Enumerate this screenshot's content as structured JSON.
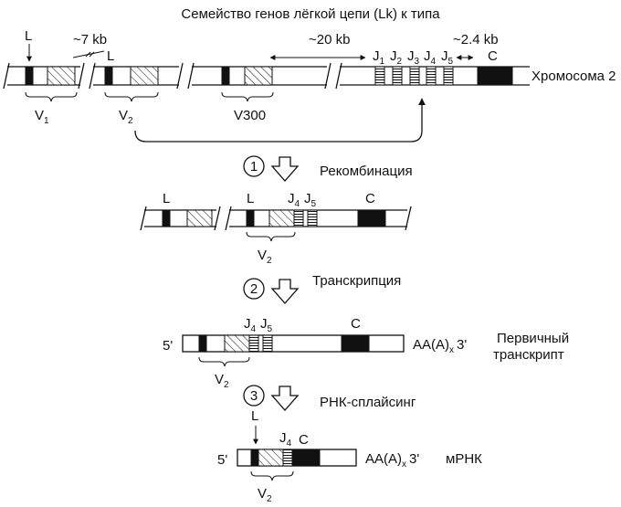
{
  "title": "Семейство генов лёгкой цепи (Lk) к типа",
  "chromosome": {
    "label": "Хромосома 2",
    "dist_7kb": "~7 kb",
    "dist_20kb": "~20 kb",
    "dist_2_4kb": "~2.4 kb",
    "L": "L",
    "V": "V",
    "J": "J",
    "C": "C",
    "v1_sub": "1",
    "v2_sub": "2",
    "v300": "V300",
    "j_subs": [
      "1",
      "2",
      "3",
      "4",
      "5"
    ]
  },
  "steps": [
    {
      "number": "1",
      "label": "Рекомбинация"
    },
    {
      "number": "2",
      "label": "Транскрипция"
    },
    {
      "number": "3",
      "label": "РНК-сплайсинг"
    }
  ],
  "recombined": {
    "L": "L",
    "J": "J",
    "j4": "4",
    "j5": "5",
    "C": "C",
    "V": "V",
    "v_sub": "2"
  },
  "primary": {
    "five": "5'",
    "J": "J",
    "j4": "4",
    "j5": "5",
    "C": "C",
    "V": "V",
    "v_sub": "2",
    "tail_main": "AA(A)",
    "tail_sub": "x",
    "tail_end": "3'",
    "label_line1": "Первичный",
    "label_line2": "транскрипт"
  },
  "mrna": {
    "five": "5'",
    "L": "L",
    "J": "J",
    "j4": "4",
    "C": "C",
    "V": "V",
    "v_sub": "2",
    "tail_main": "AA(A)",
    "tail_sub": "x",
    "tail_end": "3'",
    "label": "мРНК"
  }
}
